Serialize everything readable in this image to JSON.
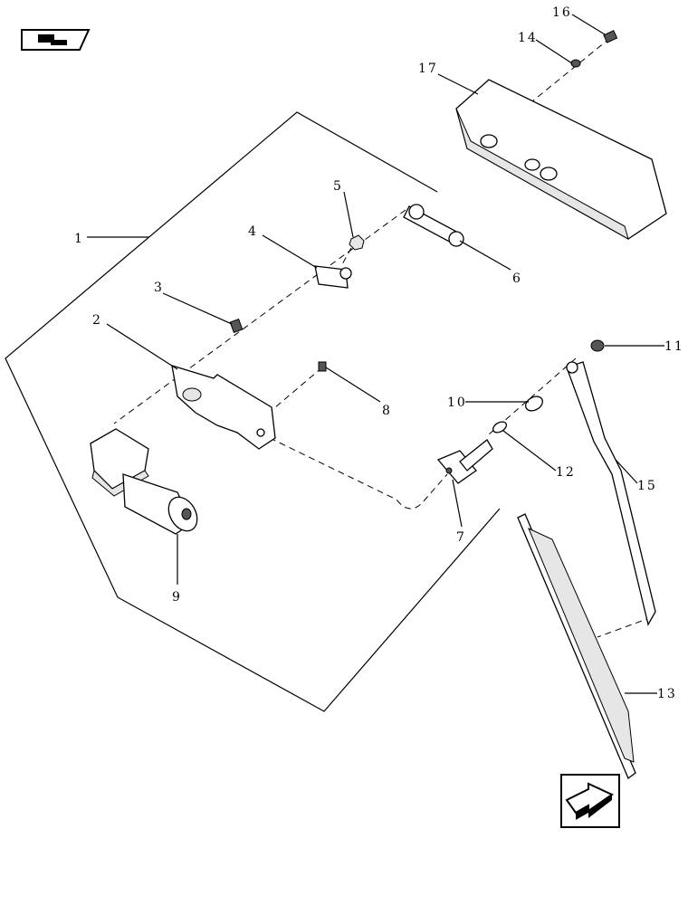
{
  "diagram": {
    "callouts": {
      "c1": "1",
      "c2": "2",
      "c3": "3",
      "c4": "4",
      "c5": "5",
      "c6": "6",
      "c7": "7",
      "c8": "8",
      "c9": "9",
      "c10": "10",
      "c11": "11",
      "c12": "12",
      "c13": "13",
      "c14": "14",
      "c15": "15",
      "c16": "16",
      "c17": "17"
    },
    "icons": {
      "top_left": "page-back-icon",
      "bottom_right": "next-page-icon"
    }
  }
}
